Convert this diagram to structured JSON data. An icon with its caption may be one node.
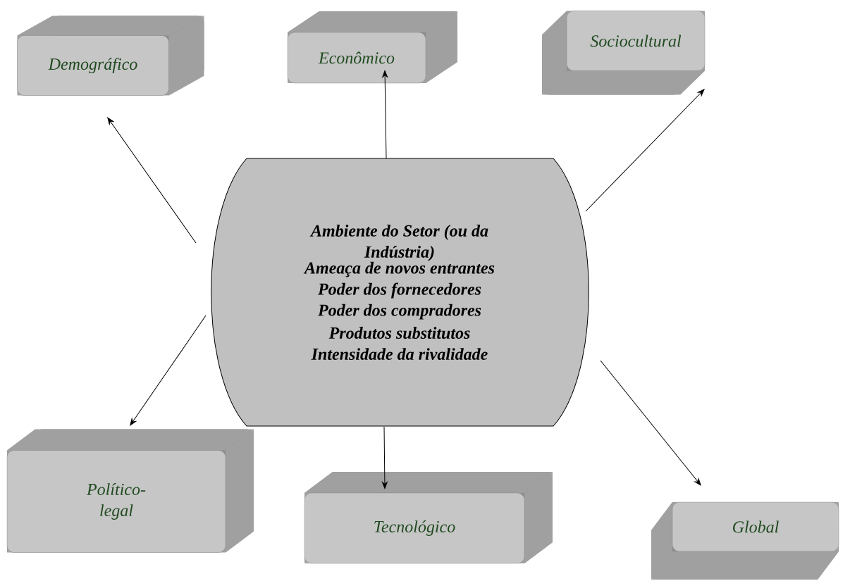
{
  "diagram": {
    "nodes": [
      {
        "text": [
          "Demográfico"
        ]
      },
      {
        "text": [
          "Econômico"
        ]
      },
      {
        "text": [
          "Sociocultural"
        ]
      },
      {
        "text": [
          "Ambiente do Setor (ou da Indústria)",
          "Ameaça de novos entrantes",
          "Poder dos fornecedores",
          "Poder dos compradores",
          "Produtos substitutos",
          "Intensidade da rivalidade"
        ]
      },
      {
        "text": [
          "Político- legal"
        ]
      },
      {
        "text": [
          "Tecnológico"
        ]
      },
      {
        "text": [
          "Global"
        ]
      }
    ],
    "edges": [
      {
        "from": 3,
        "to": 0,
        "arrow": "to"
      },
      {
        "from": 3,
        "to": 1,
        "arrow": "to"
      },
      {
        "from": 3,
        "to": 2,
        "arrow": "to"
      },
      {
        "from": 3,
        "to": 4,
        "arrow": "to"
      },
      {
        "from": 3,
        "to": 5,
        "arrow": "to"
      },
      {
        "from": 3,
        "to": 6,
        "arrow": "to"
      }
    ]
  }
}
